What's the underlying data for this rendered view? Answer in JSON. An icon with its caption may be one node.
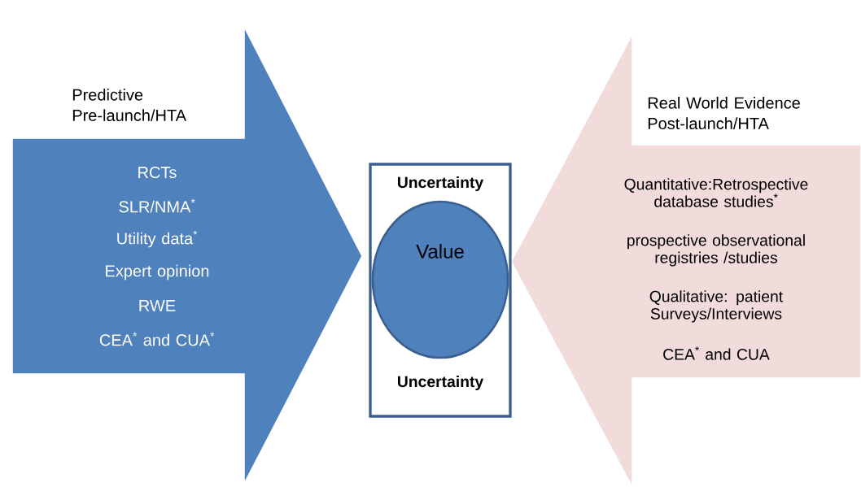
{
  "diagram": {
    "nodes": [
      {
        "text": [
          "Predictive Pre-launch/HTA",
          "RCTs",
          "SLR/NMA$^{*}$",
          "Utility data$^{*}$",
          "Expert opinion",
          "RWE",
          "CEA$^{*}$ and CUA$^{*}$"
        ]
      },
      {
        "text": [
          "Uncertainty",
          "Uncertainty"
        ]
      },
      {
        "text": [
          "Value"
        ],
        "in": 1
      },
      {
        "text": [
          "Real World Evidence Post-launch/HTA",
          "Quantitative:Retrospective database studies$^{*}$",
          "prospective  observational registries /studies",
          "Qualitative: patient Surveys/Interviews",
          "CEA$^{*}$ and CUA"
        ]
      }
    ]
  }
}
